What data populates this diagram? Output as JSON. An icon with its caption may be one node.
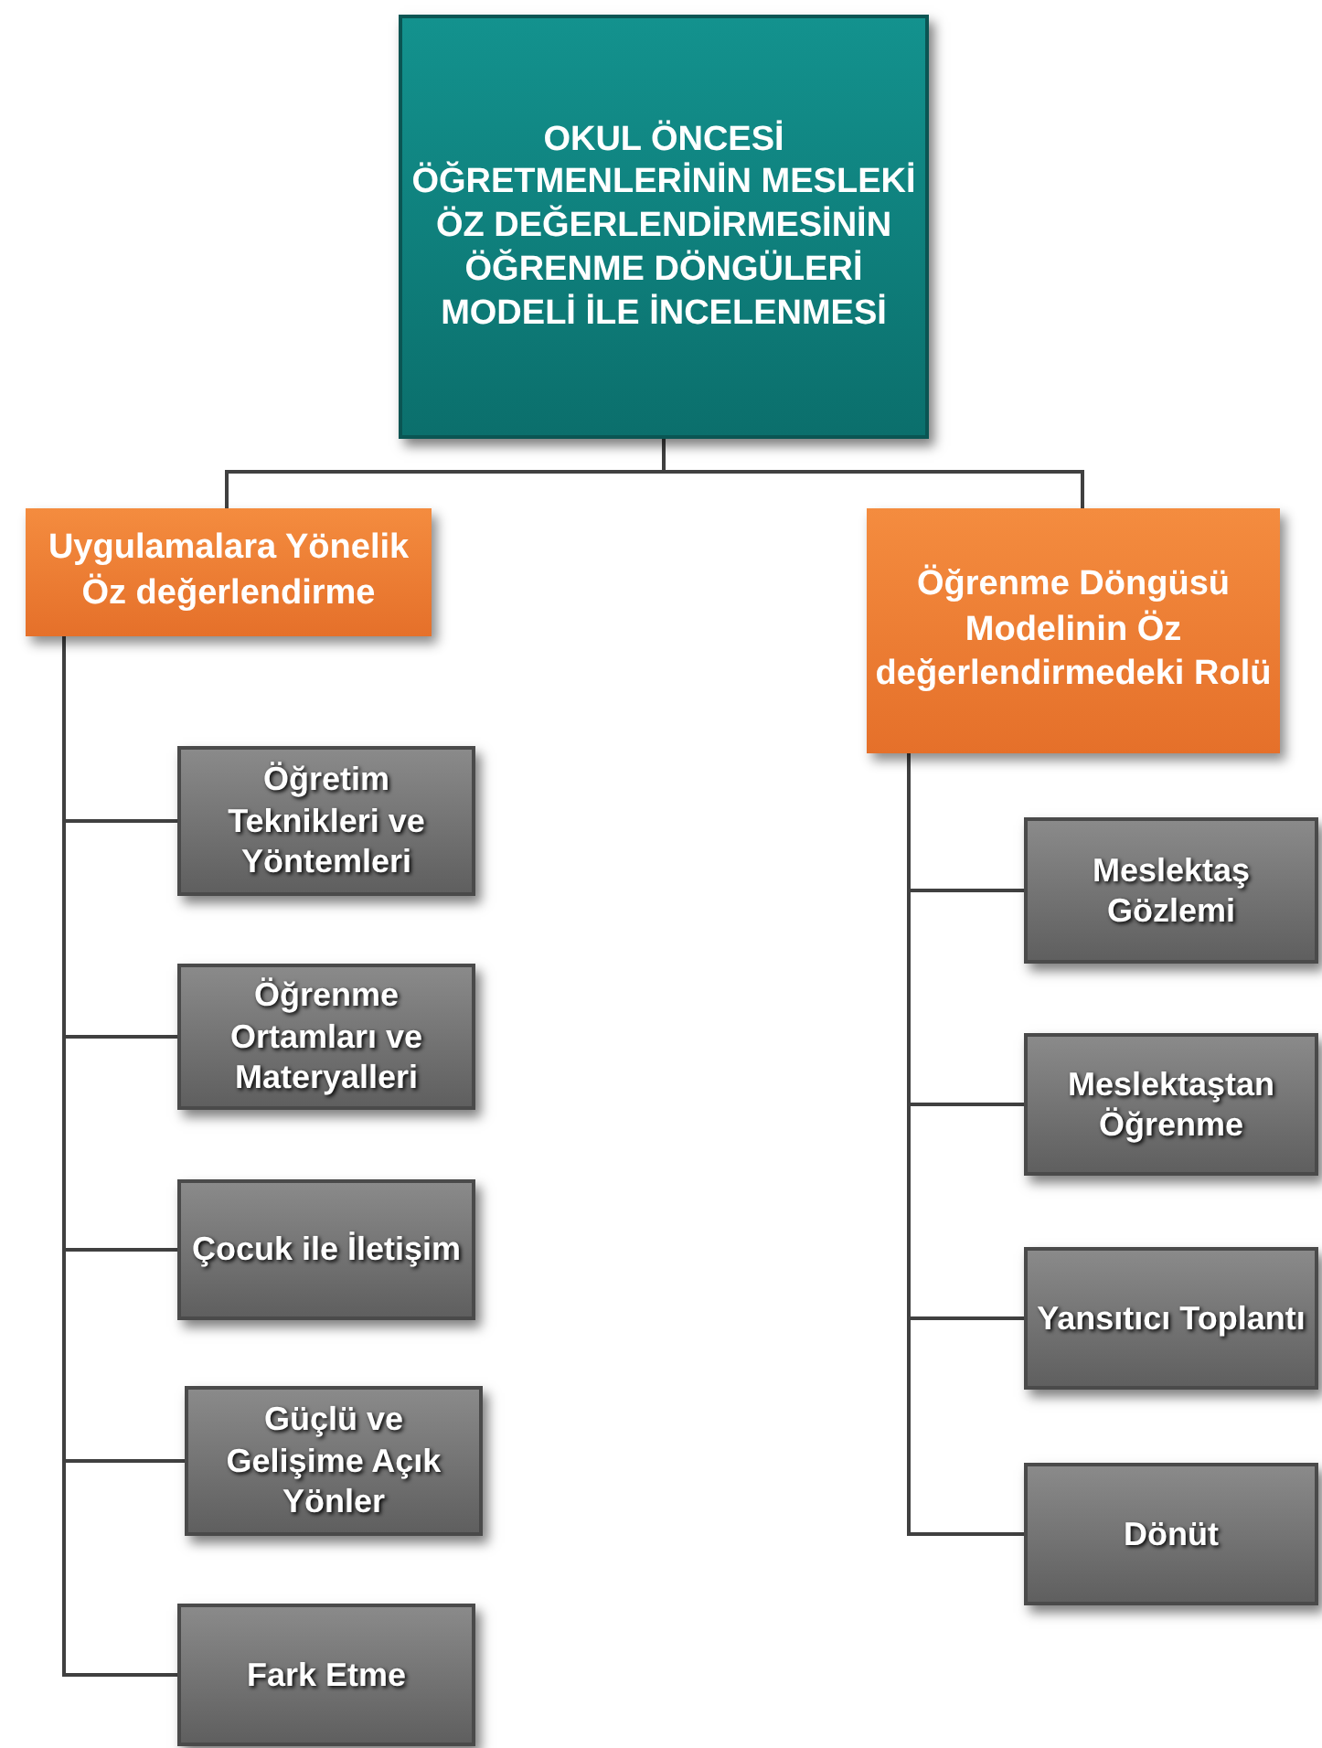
{
  "diagram": {
    "nodes": [
      {
        "text": [
          "OKUL ÖNCESİ ÖĞRETMENLERİNİN MESLEKİ ÖZ DEĞERLENDİRMESİNİN ÖĞRENME DÖNGÜLERİ MODELİ İLE İNCELENMESİ"
        ]
      },
      {
        "text": [
          "Uygulamalara Yönelik Öz değerlendirme"
        ]
      },
      {
        "text": [
          "Öğrenme Döngüsü Modelinin Öz değerlendirmedeki Rolü"
        ]
      },
      {
        "text": [
          "Öğretim Teknikleri ve Yöntemleri"
        ]
      },
      {
        "text": [
          "Öğrenme Ortamları ve Materyalleri"
        ]
      },
      {
        "text": [
          "Çocuk ile İletişim"
        ]
      },
      {
        "text": [
          "Güçlü ve Gelişime Açık Yönler"
        ]
      },
      {
        "text": [
          "Fark Etme"
        ]
      },
      {
        "text": [
          "Meslektaş Gözlemi"
        ]
      },
      {
        "text": [
          "Meslektaştan Öğrenme"
        ]
      },
      {
        "text": [
          "Yansıtıcı Toplantı"
        ]
      },
      {
        "text": [
          "Dönüt"
        ]
      }
    ],
    "edges": [
      {
        "from": 0,
        "to": 1,
        "arrow": "none"
      },
      {
        "from": 0,
        "to": 2,
        "arrow": "none"
      },
      {
        "from": 1,
        "to": 3,
        "arrow": "none"
      },
      {
        "from": 1,
        "to": 4,
        "arrow": "none"
      },
      {
        "from": 1,
        "to": 5,
        "arrow": "none"
      },
      {
        "from": 1,
        "to": 6,
        "arrow": "none"
      },
      {
        "from": 1,
        "to": 7,
        "arrow": "none"
      },
      {
        "from": 2,
        "to": 8,
        "arrow": "none"
      },
      {
        "from": 2,
        "to": 9,
        "arrow": "none"
      },
      {
        "from": 2,
        "to": 10,
        "arrow": "none"
      },
      {
        "from": 2,
        "to": 11,
        "arrow": "none"
      }
    ]
  }
}
